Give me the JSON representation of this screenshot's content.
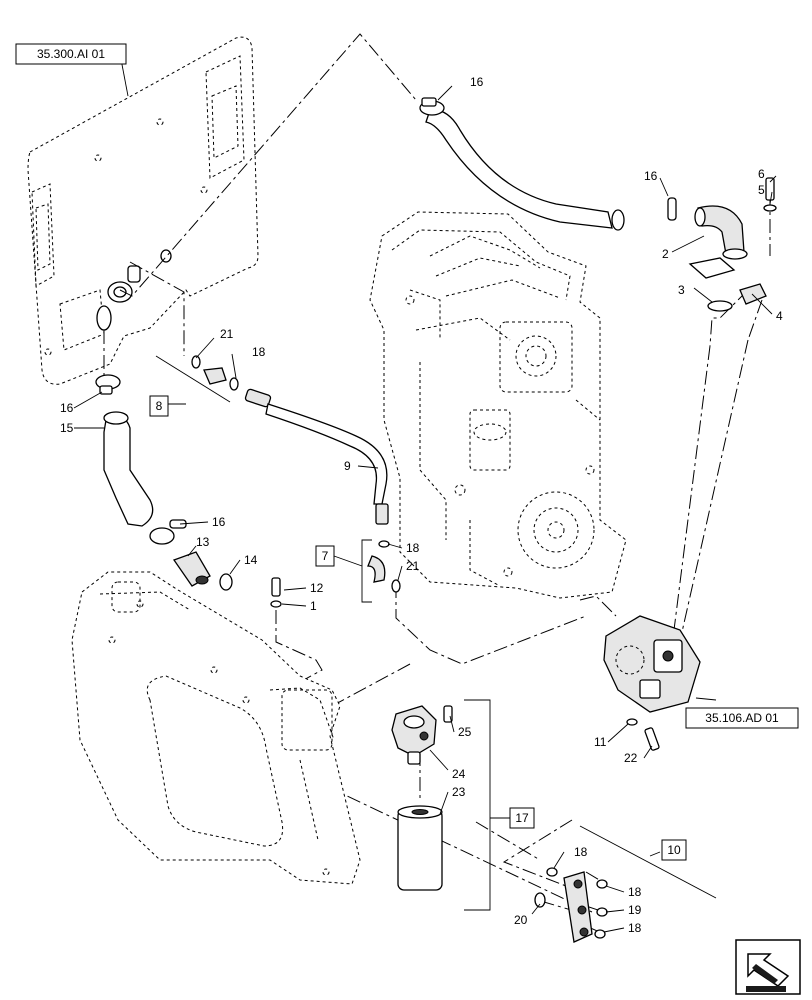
{
  "references": {
    "frame_ref": "35.300.AI 01",
    "pump_ref": "35.106.AD 01"
  },
  "group_boxes": [
    "8",
    "7",
    "17",
    "10"
  ],
  "callouts": [
    "16",
    "16",
    "6",
    "5",
    "2",
    "3",
    "4",
    "21",
    "18",
    "16",
    "15",
    "9",
    "16",
    "13",
    "14",
    "12",
    "1",
    "18",
    "21",
    "11",
    "22",
    "25",
    "24",
    "23",
    "18",
    "18",
    "20",
    "19",
    "18"
  ],
  "nav_icon": "arrow-navigation-icon"
}
